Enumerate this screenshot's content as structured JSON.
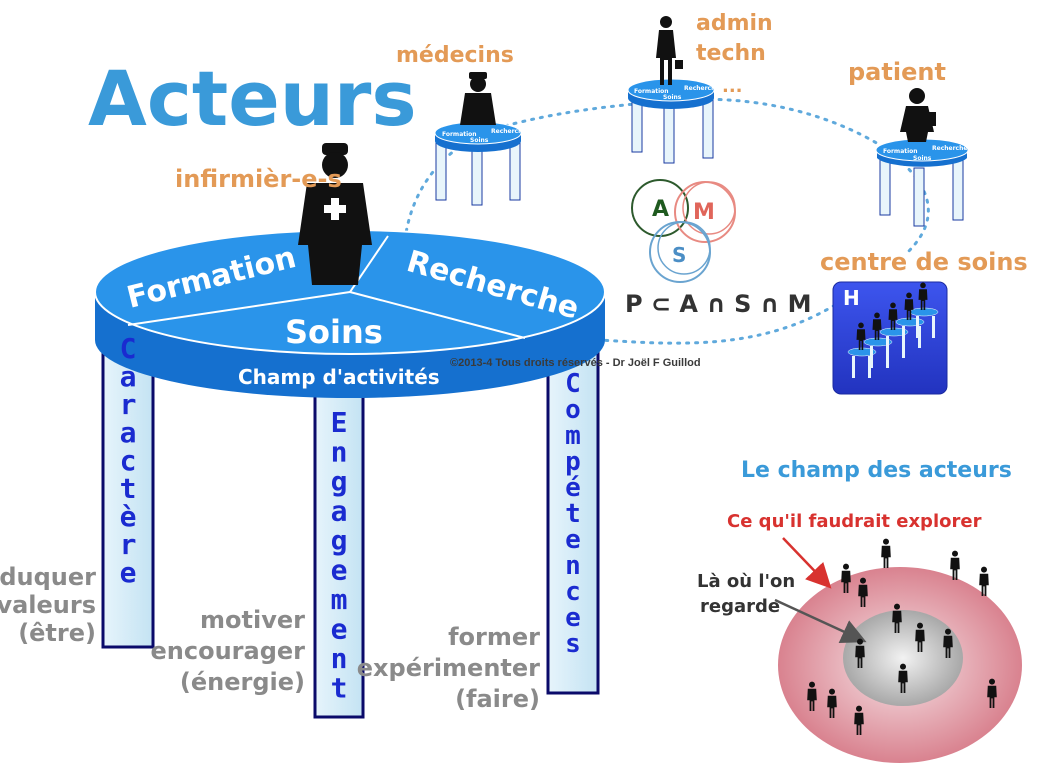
{
  "title": "Acteurs",
  "actors": {
    "nurses": "infirmièr-e-s",
    "doctors": "médecins",
    "admin_line1": "admin",
    "admin_line2": "techn",
    "admin_line3": "...",
    "patient": "patient",
    "care_center": "centre de soins",
    "care_center_badge": "H"
  },
  "table": {
    "formation": "Formation",
    "recherche": "Recherche",
    "soins": "Soins",
    "champ": "Champ d'activités"
  },
  "small_table": {
    "formation": "Formation",
    "recherche": "Recherche",
    "soins": "Soins"
  },
  "legs": [
    {
      "word": "Caractère",
      "desc": [
        "éduquer",
        "valeurs",
        "(être)"
      ]
    },
    {
      "word": "Engagement",
      "desc": [
        "motiver",
        "encourager",
        "(énergie)"
      ]
    },
    {
      "word": "Compétences",
      "desc": [
        "former",
        "expérimenter",
        "(faire)"
      ]
    }
  ],
  "venn": {
    "a": "A",
    "m": "M",
    "s": "S",
    "formula": "P ⊂ A ∩ S ∩ M"
  },
  "copyright": "©2013-4 Tous droits réservés - Dr Joël F Guillod",
  "field": {
    "title": "Le champ des acteurs",
    "explore": "Ce qu'il faudrait explorer",
    "look_line1": "Là où l'on",
    "look_line2": "regarde"
  },
  "colors": {
    "title_blue": "#3a9ad9",
    "orange": "#e39a56",
    "table_blue": "#1f86e0",
    "leg_letters": "#1a2bd0",
    "center_panel": "#2f3fd6",
    "red_arrow": "#d8322f",
    "gray_text": "#8a8a8a"
  }
}
